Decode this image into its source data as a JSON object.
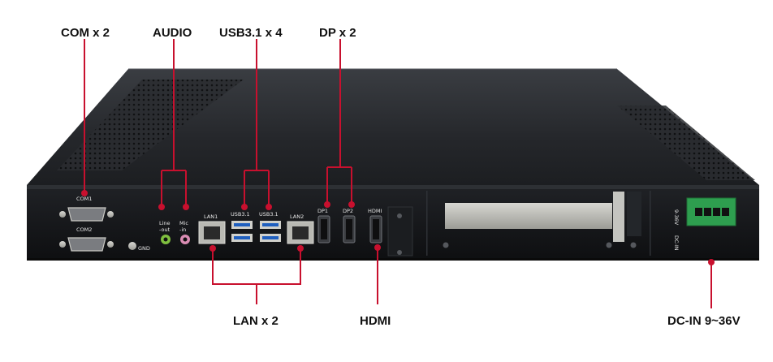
{
  "callouts": {
    "com": "COM x 2",
    "audio": "AUDIO",
    "usb": "USB3.1 x 4",
    "dp": "DP x 2",
    "lan": "LAN x 2",
    "hdmi": "HDMI",
    "dcin": "DC-IN 9~36V"
  },
  "silkscreen": {
    "com1": "COM1",
    "com2": "COM2",
    "gnd": "GND",
    "line_out_1": "Line",
    "line_out_2": "-out",
    "mic_in_1": "Mic",
    "mic_in_2": "-in",
    "lan1": "LAN1",
    "usb31_a": "USB3.1",
    "usb31_b": "USB3.1",
    "lan2": "LAN2",
    "dp1": "DP1",
    "dp2": "DP2",
    "hdmi": "HDMI",
    "dc_range": "9-36V",
    "dc_in": "DC-IN"
  },
  "colors": {
    "callout_line": "#c8102e",
    "chassis_top": "#2b2d30",
    "front_panel": "#15171a",
    "usb_blue": "#1f5fbf",
    "line_out_green": "#7fbf3f",
    "mic_pink": "#d98cb3",
    "terminal_green": "#2e9e4f"
  }
}
